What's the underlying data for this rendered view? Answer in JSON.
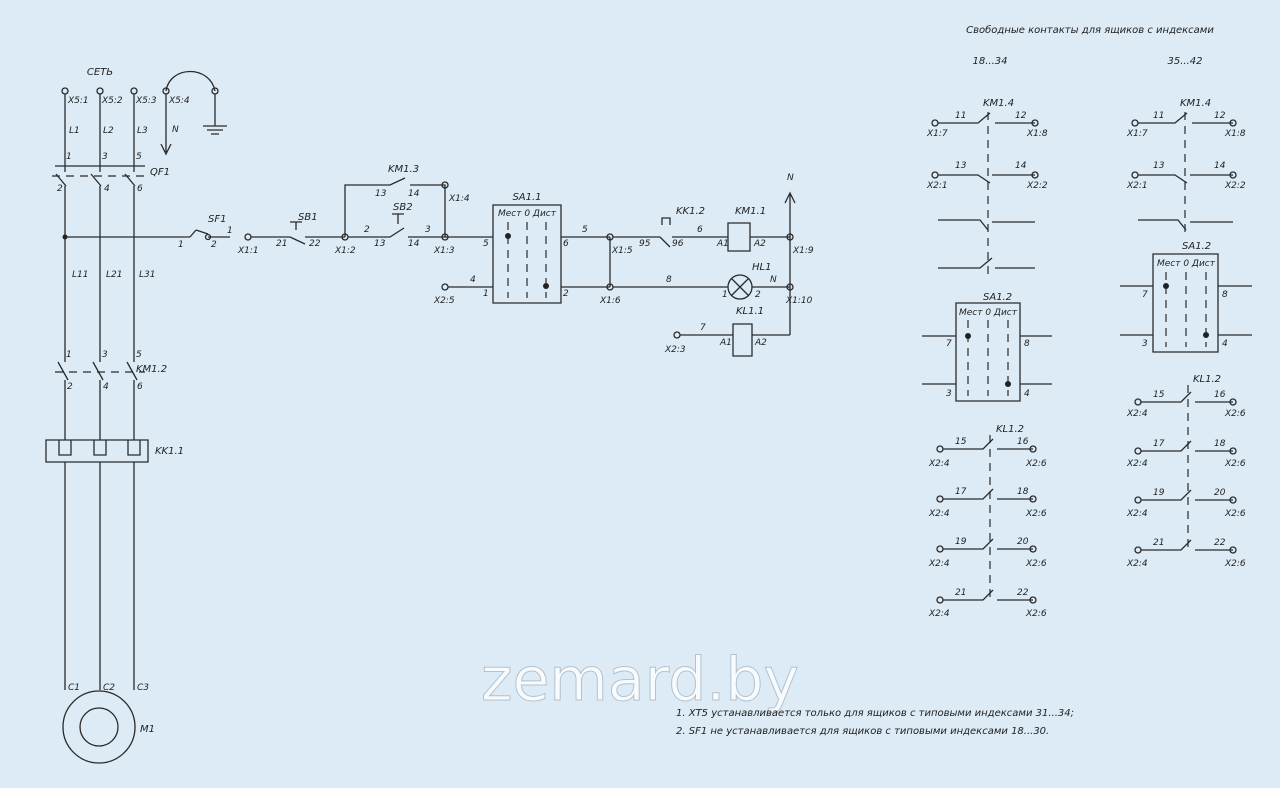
{
  "header": {
    "title": "Свободные контакты для ящиков с индексами",
    "range_a": "18...34",
    "range_b": "35...42"
  },
  "watermark": "zemard.by",
  "notes": [
    "1. XT5 устанавливается только для ящиков с типовыми индексами 31...34;",
    "2. SF1 не устанавливается для ящиков с типовыми индексами 18...30."
  ],
  "power": {
    "net_label": "СЕТЬ",
    "terminals": [
      "X5:1",
      "X5:2",
      "X5:3",
      "X5:4"
    ],
    "phases": [
      "L1",
      "L2",
      "L3"
    ],
    "neutral": "N",
    "breaker": "QF1",
    "phases_out": [
      "L11",
      "L21",
      "L31"
    ],
    "contactor": "KM1.2",
    "thermal": "KK1.1",
    "motor": "M1",
    "motor_terms": [
      "C1",
      "C2",
      "C3"
    ],
    "num_top": [
      "1",
      "3",
      "5"
    ],
    "num_bot": [
      "2",
      "4",
      "6"
    ]
  },
  "control": {
    "sf1": "SF1",
    "sb1": "SB1",
    "sb2": "SB2",
    "km13": "KM1.3",
    "sa11": "SA1.1",
    "kk12": "KK1.2",
    "km11": "KM1.1",
    "hl1": "HL1",
    "kl11": "KL1.1",
    "n": "N",
    "switch_text": "Мест 0 Дист",
    "terminals": [
      "X1:1",
      "X1:2",
      "X1:3",
      "X1:4",
      "X1:5",
      "X1:6",
      "X1:9",
      "X1:10",
      "X2:5",
      "X2:3"
    ],
    "wires": [
      "1",
      "2",
      "3",
      "4",
      "5",
      "6",
      "7",
      "8",
      "13",
      "14",
      "21",
      "22",
      "95",
      "96",
      "A1",
      "A2"
    ]
  },
  "aux_left": {
    "km14": "KM1.4",
    "sa12": "SA1.2",
    "kl12": "KL1.2",
    "km_terms": [
      "X1:7",
      "X1:8",
      "X2:1",
      "X2:2"
    ],
    "km_nums": [
      "11",
      "12",
      "13",
      "14"
    ],
    "sa_nums": [
      "7",
      "8",
      "3",
      "4"
    ],
    "kl_rows": [
      {
        "a": "15",
        "b": "16",
        "l": "X2:4",
        "r": "X2:6"
      },
      {
        "a": "17",
        "b": "18",
        "l": "X2:4",
        "r": "X2:6"
      },
      {
        "a": "19",
        "b": "20",
        "l": "X2:4",
        "r": "X2:6"
      },
      {
        "a": "21",
        "b": "22",
        "l": "X2:4",
        "r": "X2:6"
      }
    ]
  },
  "aux_right": {
    "km14": "KM1.4",
    "sa12": "SA1.2",
    "kl12": "KL1.2",
    "km_terms": [
      "X1:7",
      "X1:8",
      "X2:1",
      "X2:2"
    ],
    "km_nums": [
      "11",
      "12",
      "13",
      "14"
    ],
    "sa_nums": [
      "7",
      "8",
      "3",
      "4"
    ],
    "kl_rows": [
      {
        "a": "15",
        "b": "16",
        "l": "X2:4",
        "r": "X2:6"
      },
      {
        "a": "17",
        "b": "18",
        "l": "X2:4",
        "r": "X2:6"
      },
      {
        "a": "19",
        "b": "20",
        "l": "X2:4",
        "r": "X2:6"
      },
      {
        "a": "21",
        "b": "22",
        "l": "X2:4",
        "r": "X2:6"
      }
    ]
  }
}
